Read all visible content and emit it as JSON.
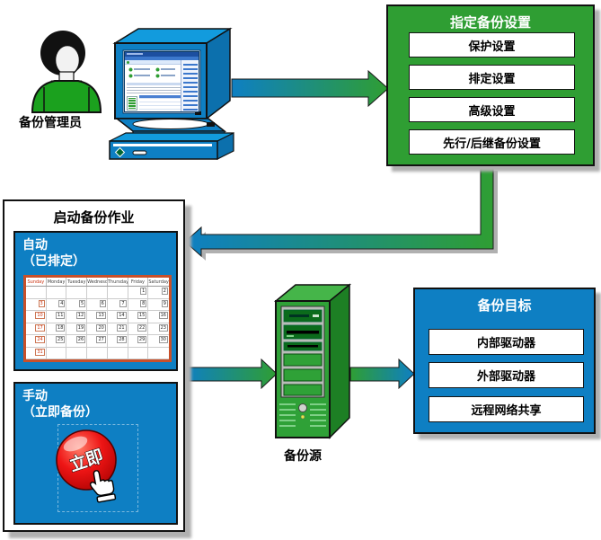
{
  "admin": {
    "label": "备份管理员"
  },
  "settings_panel": {
    "title": "指定备份设置",
    "items": [
      "保护设置",
      "排定设置",
      "高级设置",
      "先行/后继备份设置"
    ]
  },
  "start_panel": {
    "title": "启动备份作业",
    "auto": {
      "title": "自动",
      "subtitle": "（已排定）"
    },
    "manual": {
      "title": "手动",
      "subtitle": "（立即备份）",
      "button_label": "立即"
    },
    "calendar": {
      "day_headers": [
        "Sunday",
        "Monday",
        "Tuesday",
        "Wednesday",
        "Thursday",
        "Friday",
        "Saturday"
      ],
      "weeks": [
        [
          "",
          "",
          "",
          "",
          "",
          "1",
          "2"
        ],
        [
          "3",
          "4",
          "5",
          "6",
          "7",
          "8",
          "9"
        ],
        [
          "10",
          "11",
          "12",
          "13",
          "14",
          "15",
          "16"
        ],
        [
          "17",
          "18",
          "19",
          "20",
          "21",
          "22",
          "23"
        ],
        [
          "24",
          "25",
          "26",
          "27",
          "28",
          "29",
          "30"
        ],
        [
          "31",
          "",
          "",
          "",
          "",
          "",
          ""
        ]
      ]
    }
  },
  "backup_source": {
    "label": "备份源"
  },
  "target_panel": {
    "title": "备份目标",
    "items": [
      "内部驱动器",
      "外部驱动器",
      "远程网络共享"
    ]
  },
  "colors": {
    "green": "#2f9e33",
    "blue": "#0e7fc3",
    "red": "#e01515",
    "calendar_border": "#c8502a",
    "shadow": "#b0b0b0"
  }
}
